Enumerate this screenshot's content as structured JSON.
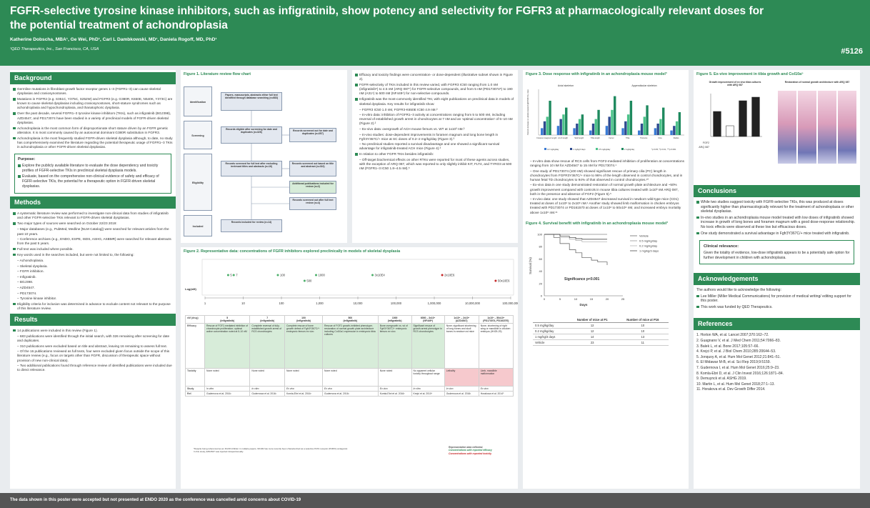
{
  "header": {
    "title": "FGFR-selective tyrosine kinase inhibitors, such as infigratinib, show potency and selectivity for FGFR3 at pharmacologically relevant doses for the potential treatment of achondroplasia",
    "authors": "Katherine Dobscha, MBA¹, Ge Wei, PhD¹, Carl L Dambkowski, MD¹, Daniela Rogoff, MD, PhD¹",
    "affiliation": "¹QED Therapeutics, Inc., San Francisco, CA, USA",
    "poster_number": "#5126"
  },
  "background": {
    "heading": "Background",
    "bullets": [
      "Germline mutations in fibroblast growth factor receptor genes 1–3 (FGFR1–3) can cause skeletal dysplasias and craniosynostoses.",
      "Mutations in FGFR2 (e.g. S351C, Y375C, S252W) and FGFR3 (e.g. G380R, K650E, N540K, Y373C) are known to cause skeletal dysplasias including craniosynostoses, short-stature syndromes such as achondroplasia and hypochondroplasia, and thanatophoric dysplasia.",
      "Over the past decade, several FGFR1–3 tyrosine kinase inhibitors (TKIs), such as infigratinib (BGJ398), AZD4547, and PD173074 have been studied in a variety of preclinical models of FGFR-driven skeletal dysplasias.",
      "Achondroplasia is the most common form of disproportionate short stature driven by an FGFR genetic alteration. It is most commonly caused by an autosomal dominant G380R substitution in FGFR3.",
      "Achondroplasia is the most frequently studied FGFR-driven skeletal dysplasia although, to date, no study has comprehensively examined the literature regarding the potential therapeutic usage of FGFR1–3 TKIs in achondroplasia or other FGFR-driven skeletal dysplasias."
    ]
  },
  "purpose": {
    "heading": "Purpose:",
    "bullets": [
      "Explore the publicly available literature to evaluate the dose dependency and toxicity profiles of FGFR-selective TKIs in preclinical skeletal dysplasia models.",
      "Evaluate, based on the comprehensive non-clinical evidence of safety and efficacy of FGFR-selective TKIs, the potential for a therapeutic option in FGFR-driven skeletal dysplasias."
    ]
  },
  "methods": {
    "heading": "Methods",
    "items": [
      {
        "type": "b",
        "text": "A systematic literature review was performed to investigate non-clinical data from studies of infigratinib and other FGFR-selective TKIs relevant to FGFR-driven skeletal dysplasias."
      },
      {
        "type": "b",
        "text": "Two major types of sources were searched on October 22/23 2019:"
      },
      {
        "type": "s",
        "text": "– Major databases (e.g., PubMed, Medline [NLM Catalog]) were searched for relevant articles from the past 10 years."
      },
      {
        "type": "s",
        "text": "– Conference archives (e.g., ENDO, ESPE, ISDS, ASHG, ASBMR) were searched for relevant abstracts from the past 5 years."
      },
      {
        "type": "b",
        "text": "Full text was included where possible."
      },
      {
        "type": "b",
        "text": "Key words used in the searches included, but were not limited to, the following:"
      },
      {
        "type": "s",
        "text": "– Achondroplasia."
      },
      {
        "type": "s",
        "text": "– Skeletal dysplasia."
      },
      {
        "type": "s",
        "text": "– FGFR inhibition."
      },
      {
        "type": "s",
        "text": "– Infigratinib."
      },
      {
        "type": "s",
        "text": "– BGJ398."
      },
      {
        "type": "s",
        "text": "– AZD4547."
      },
      {
        "type": "s",
        "text": "– PD173074."
      },
      {
        "type": "s",
        "text": "– Tyrosine kinase inhibitor."
      },
      {
        "type": "b",
        "text": "Eligibility criteria for inclusion was determined in advance to exclude content not relevant to the purpose of this literature review."
      }
    ]
  },
  "results": {
    "heading": "Results",
    "items": [
      {
        "type": "b",
        "text": "14 publications were included in this review (Figure 1)."
      },
      {
        "type": "s",
        "text": "– 683 publications were identified through the initial search, with 326 remaining after screening for date and duplicates."
      },
      {
        "type": "s",
        "text": "– 310 publications were excluded based on title and abstract, leaving 16 remaining to assess full text."
      },
      {
        "type": "s",
        "text": "– Of the 16 publications reviewed as full texts, four were excluded given focus outside the scope of this literature review (e.g., focus on targets other than FGFR, discussion of therapeutic space without provision of new non-clinical data)."
      },
      {
        "type": "s",
        "text": "– Two additional publications found through reference review of identified publications were included due to direct relevance."
      }
    ]
  },
  "figure1": {
    "title": "Figure 1. Literature review flow chart",
    "stages": [
      "Identification",
      "Screening",
      "Eligibility",
      "Included"
    ],
    "boxes": {
      "identified": "Papers, manuscripts, abstracts either full text identified through database searching (n=683)",
      "after_screen": "Records eligible after screening for date and duplicates (n=326)",
      "excluded_date": "Records screened out for date and duplicates (n=357)",
      "full_text": "Records screened for full text after excluding irrelevant titles and abstracts (n=16)",
      "excluded_title": "Records screened out based on title and abstract (n=310)",
      "additional": "Additional publications included for review (n=2)",
      "excluded_full": "Records screened out after full text review (n=4)",
      "included": "Records included for review (n=14)"
    }
  },
  "figure2": {
    "title": "Figure 2. Representative data: concentrations of FGFR inhibitors explored preclinically in models of skeletal dysplasia",
    "axis_label": "Log(nM)",
    "ticks": [
      "1",
      "10",
      "100",
      "1,000",
      "10,000",
      "100,000",
      "1,000,000",
      "10,000,000",
      "100,000,000"
    ],
    "points": [
      {
        "label": "5",
        "value": 5,
        "color": "#4caf6a",
        "row": 0
      },
      {
        "label": "7",
        "value": 7,
        "color": "#4caf6a",
        "row": 0
      },
      {
        "label": "100",
        "value": 100,
        "color": "#4caf6a",
        "row": 0
      },
      {
        "label": "500",
        "value": 500,
        "color": "#4caf6a",
        "row": 1
      },
      {
        "label": "1000",
        "value": 1000,
        "color": "#4caf6a",
        "row": 0
      },
      {
        "label": "3x10E4",
        "value": 30000,
        "color": "#4caf6a",
        "row": 0
      },
      {
        "label": "2x10E6",
        "value": 2000000,
        "color": "#c62828",
        "row": 0
      },
      {
        "label": "50x10E6",
        "value": 50000000,
        "color": "#c62828",
        "row": 1
      }
    ],
    "columns": [
      {
        "nm": "5",
        "drug": "(infigratinib)",
        "efficacy": "Rescue of FGF2-mediated inhibition of chondrocyte proliferation; optimal active concentration noted at 5-10 nM",
        "tox": "None noted",
        "study": "In vitro",
        "ref": "Gudernova et al. 2016¹"
      },
      {
        "nm": "7",
        "drug": "(infigratinib)",
        "efficacy": "Complete reversal of fully-established growth arrest of RCS chondrocytes",
        "tox": "None noted",
        "study": "In vitro",
        "ref": "Gudernova et al. 2016¹"
      },
      {
        "nm": "100",
        "drug": "(infigratinib)",
        "efficacy": "Complete rescue of bone growth defect of Fgfr3Y367C/+ embryonic femurs ex vivo",
        "tox": "None noted",
        "study": "Ex vivo",
        "ref": "Komla-Ebri et al. 2016³"
      },
      {
        "nm": "500",
        "drug": "(infigratinib)",
        "efficacy": "Rescue of FGF2 growth-inhibited phenotype; restoration of normal growth plate architecture including Col10a1 expression in embryonic tibia cultures",
        "tox": "None noted",
        "study": "Ex vivo",
        "ref": "Gudernova et al. 2016¹"
      },
      {
        "nm": "1000",
        "drug": "(infigratinib)",
        "efficacy": "Bone overgrowth vs. wt of Fgfr3Y367C/+ embryonic femurs ex vivo",
        "tox": "None noted",
        "study": "Ex vivo",
        "ref": "Komla-Ebri et al. 2016³"
      },
      {
        "nm": "6000 – 3x10⁴",
        "drug": "(NF449*)",
        "efficacy": "Significant rescue of growth arrest phenotype in RCS chondrocytes",
        "tox": "No apparent cellular toxicity throughout range",
        "study": "In vitro",
        "ref": "Krejci et al. 2010⁴"
      },
      {
        "nm": "1x10⁶ – 2x10⁶",
        "drug": "(AZD4547)",
        "efficacy": "None; significant shortening of long bones and skull bones in newborn wt mice",
        "tox": "Lethality",
        "study": "In vivo",
        "ref": "Gudernova et al. 2016¹"
      },
      {
        "nm": "1x10⁶ – 50x10⁶",
        "drug": "(PD173074, PD161570)",
        "efficacy": "None; shortening of right wing or mandible in chicken embryos (HH25-29)",
        "tox": "Limb, mandible malformation",
        "study": "Ex vivo",
        "ref": "Horakova et al. 2014⁵"
      }
    ],
    "row_labels": [
      "nM (drug)",
      "Efficacy",
      "Toxicity",
      "Study",
      "Ref."
    ],
    "footnote1": "*Despite being referenced as an FGFR inhibitor in multiple papers, NF449 has more recently been characterized as a selective P2X1 receptor (P2RX1) antagonist",
    "footnote2": "In this study, AZD4547 was injected intraperitoneally.",
    "legend1": "Representative data reflected.",
    "legend2": "Concentrations with reported efficacy",
    "legend3": "Concentrations with reported toxicity"
  },
  "col3": {
    "items": [
      {
        "type": "b",
        "text": "Efficacy and toxicity findings were concentration- or dose-dependent (illustrative subset shown in Figure 2)."
      },
      {
        "type": "b",
        "text": "FGFR-selectivity of TKIs included in this review varied, with FGFR3 IC50 ranging from 1.0 nM (infigratinib⁶) to 4.5 nM (ARQ 087⁷) for FGFR-selective compounds, and from 5 nM (PD173074⁸) to 190 nM (A31⁹) to 500 nM (NF449⁴) for non-selective compounds."
      },
      {
        "type": "b",
        "text": "Infigratinib was the most-commonly identified TKI, with eight publications on preclinical data in models of skeletal dysplasia. Key results for infigratinib show:"
      },
      {
        "type": "s",
        "text": "– FGFR3 IC50 1.0 nM, FGFR3-K650E IC50 4.9 nM.²"
      },
      {
        "type": "s",
        "text": "– In-vitro data: inhibition of FGFR1–3 activity at concentrations ranging from 5 to 500 nM, including reversal of established growth arrest in chondrocytes at 7 nM and an 'optimal concentration' of 5–10 nM (Figure 2).²"
      },
      {
        "type": "s",
        "text": "– Ex-vivo data: overgrowth of ACH mouse femurs vs. WT at 1x10³ nM.³"
      },
      {
        "type": "s",
        "text": "– In-vivo studies: dose-dependent improvements in foramen magnum and long bone length in Fgfr3Y367C/+ mice at SC doses of 0.2–2 mg/kg/day (Figure 3).³"
      },
      {
        "type": "s",
        "text": "– No preclinical studies reported a survival disadvantage and one showed a significant survival advantage for infigratinib-treated ACH mice (Figure 4).³"
      },
      {
        "type": "b",
        "text": "In relation to other FGFR TKIs besides infigratinib:"
      },
      {
        "type": "s",
        "text": "– Off-target biochemical effects on other RTKs were reported for most of these agents across studies, with the exception of ARQ 087, which was reported to only slightly inhibit KIT, FLT4, and TYRO3 at 500 nM (FGFR1–3 IC50 1.8–4.5 nM).⁵"
      }
    ]
  },
  "figure3": {
    "title": "Figure 3. Dose response with infigratinib in an achondroplasia mouse model³",
    "panel_left": "Axial skeleton",
    "panel_right": "Appendicular skeleton",
    "ylabel": "Percent increase vs vehicle-treated Fgfr3Y367C/+ mice",
    "groups": [
      "Foramen magnum length",
      "L4-L6 length",
      "Skull length",
      "Tibia length",
      "Femur",
      "Tibia",
      "Humerus",
      "Ulna",
      "Radius"
    ],
    "legend": [
      "0.2 mg/kg/day",
      "1 mg/kg/3 days",
      "0.5 mg/kg/day",
      "2 mg/kg/day"
    ],
    "note": "*p<0.05, **p<0.01, ***p<0.001",
    "chart_data": {
      "type": "bar",
      "categories": [
        "Foramen magnum length",
        "L4-L6 length",
        "Skull length",
        "Tibia length",
        "Femur",
        "Tibia",
        "Humerus",
        "Ulna",
        "Radius"
      ],
      "series": [
        {
          "name": "0.2 mg/kg/day",
          "values": [
            3,
            4,
            3,
            2,
            4,
            3,
            2,
            3,
            2
          ]
        },
        {
          "name": "1 mg/kg/3 days",
          "values": [
            6,
            7,
            5,
            5,
            8,
            6,
            5,
            5,
            4
          ]
        },
        {
          "name": "0.5 mg/kg/day",
          "values": [
            8,
            9,
            7,
            7,
            11,
            9,
            8,
            7,
            6
          ]
        },
        {
          "name": "2 mg/kg/day",
          "values": [
            15,
            12,
            9,
            11,
            17,
            15,
            13,
            12,
            10
          ]
        }
      ],
      "ylim": [
        0,
        20
      ]
    },
    "bullets": [
      {
        "type": "s",
        "text": "– In-vitro data show rescue of RCS cells from FGF2-mediated inhibition of proliferation at concentrations ranging from 10 nM for AZD4547 to 15 nM for PD173074.¹"
      },
      {
        "type": "s",
        "text": "– One study of PD173074 (100 nM) showed significant rescue of primary cilia (PC) length in chondrocytes from FGFR3Y367C/+ mice to 96% of the length observed in control chondrocytes, and in human fetal TD chondrocytes to 94% of that observed in control chondrocytes.¹⁰"
      },
      {
        "type": "s",
        "text": "– Ex-vivo data in one study demonstrated restoration of normal growth plate architecture and ~50% growth improvement compared with controls in mouse tibia cultures treated with 1x10³ nM ARQ 087, both in the presence and absence of FGF2 (Figure 5).⁵"
      },
      {
        "type": "s",
        "text": "– In-vivo data: one study showed that AZD4547 decreased survival in newborn wild-type mice (CD1) treated at doses of 1x10⁶ to 2x10⁶ nM.¹ Another study showed limb malformation in chicken embryos treated with PD173074 or PD161570 at doses of 1x10⁶ to 50x10⁶ nM, and increased embryo mortality above 1x10⁶ nM.¹¹"
      }
    ]
  },
  "figure4": {
    "title": "Figure 4. Survival benefit with infigratinib in an achondroplasia mouse model³",
    "ylabel": "Survival (%)",
    "xlabel": "Days",
    "significance": "Significance p<0.001",
    "legend": [
      "Vehicle",
      "0.5 mg/kg/day",
      "0.2 mg/kg/day",
      "1 mg/kg/3 days"
    ],
    "xticks": [
      "0",
      "5",
      "10",
      "15",
      "20",
      "25"
    ],
    "yticks": [
      "0",
      "20",
      "40",
      "60",
      "80",
      "100"
    ],
    "chart_data": {
      "type": "line",
      "x": [
        0,
        3,
        5,
        8,
        10,
        12,
        15,
        17,
        20
      ],
      "series": [
        {
          "name": "Vehicle",
          "values": [
            100,
            95,
            85,
            75,
            70,
            62,
            58,
            55,
            50
          ]
        },
        {
          "name": "0.5 mg/kg/day",
          "values": [
            100,
            100,
            100,
            100,
            100,
            100,
            100,
            100,
            100
          ]
        },
        {
          "name": "0.2 mg/kg/day",
          "values": [
            100,
            100,
            95,
            92,
            90,
            88,
            88,
            88,
            88
          ]
        },
        {
          "name": "1 mg/kg/3 days",
          "values": [
            100,
            100,
            97,
            95,
            93,
            92,
            92,
            92,
            92
          ]
        }
      ],
      "xlim": [
        0,
        25
      ],
      "ylim": [
        0,
        100
      ]
    },
    "table": {
      "headers": [
        "",
        "Number of mice at P1",
        "Number of mice at P16"
      ],
      "rows": [
        [
          "0.5 mg/kg/day",
          "12",
          "10"
        ],
        [
          "0.2 mg/kg/day",
          "12",
          "10"
        ],
        [
          "1 mg/kg/3 days",
          "14",
          "13"
        ],
        [
          "Vehicle",
          "23",
          "11"
        ]
      ]
    }
  },
  "figure5": {
    "title": "Figure 5. Ex-vivo improvement in tibia growth and Col10a⁵",
    "left_title": "Growth improvement of ex vivo tibia cultures with ARQ 087",
    "right_title": "Restoration of normal growth architecture with ARQ 087",
    "rows": [
      "FGF2",
      "ARQ 087"
    ],
    "chart_data": {
      "type": "bar",
      "categories": [
        "1",
        "2",
        "3",
        "4"
      ],
      "values": [
        1.15,
        0.95,
        1.3,
        1.35
      ],
      "ylim": [
        0.8,
        1.4
      ]
    }
  },
  "conclusions": {
    "heading": "Conclusions",
    "bullets": [
      "While two studies suggest toxicity with FGFR-selective TKIs, this was produced at doses significantly higher than pharmacologically relevant for the treatment of achondroplasia or other skeletal dysplasias.",
      "In-vivo studies in an achondroplasia mouse model treated with low doses of infigratinib showed increase in growth of long bones and foramen magnum with a good dose-response relationship. No toxic effects were observed at these low but efficacious doses.",
      "One study demonstrated a survival advantage in Fgfr3Y367C/+ mice treated with infigratinib."
    ],
    "clinical_heading": "Clinical relevance:",
    "clinical_text": "Given the totality of evidence, low-dose infigratinib appears to be a potentially safe option for further development in children with achondroplasia."
  },
  "acknowledgements": {
    "heading": "Acknowledgements",
    "intro": "The authors would like to acknowledge the following:",
    "bullets": [
      "Lee Miller (Miller Medical Communications) for provision of medical writing/ editing support for this poster.",
      "This work was funded by QED Therapeutics."
    ]
  },
  "references": {
    "heading": "References",
    "items": [
      "1. Horton WA, et al. Lancet 2007;370:162–72.",
      "2. Guagnano V, et al. J Med Chem 2011;54:7066–83.",
      "3. Balek L, et al. Bone 2017;105:57–66.",
      "4. Krejci P, et al. J Biol Chem 2010;285:20644–53.",
      "5. Jonquoy A, et al. Hum Mol Genet 2012;21:841–51.",
      "6. El Midawar M-B, et al. Sci Rep 2019;9:5159.",
      "7. Gudernova I, et al. Hum Mol Genet 2016;25:9–23.",
      "8. Komla-Ebri D, et al. J Clin Invest 2016;126:1871–84.",
      "9. Demuynck et al. ASHG 2019.",
      "10. Martin L, et al. Hum Mol Genet 2018;27:1–13.",
      "11. Horakova et al. Dev Growth Differ 2014."
    ]
  },
  "footer": {
    "text": "The data shown in this poster were accepted but not presented at ENDO 2020 as the conference was cancelled amid concerns about COVID-19"
  },
  "colors": {
    "brand_green": "#2d8a55",
    "bar1": "#3a7bd5",
    "bar2": "#2e4b8f",
    "bar3": "#4cc38a",
    "bar4": "#1f8a5f"
  }
}
